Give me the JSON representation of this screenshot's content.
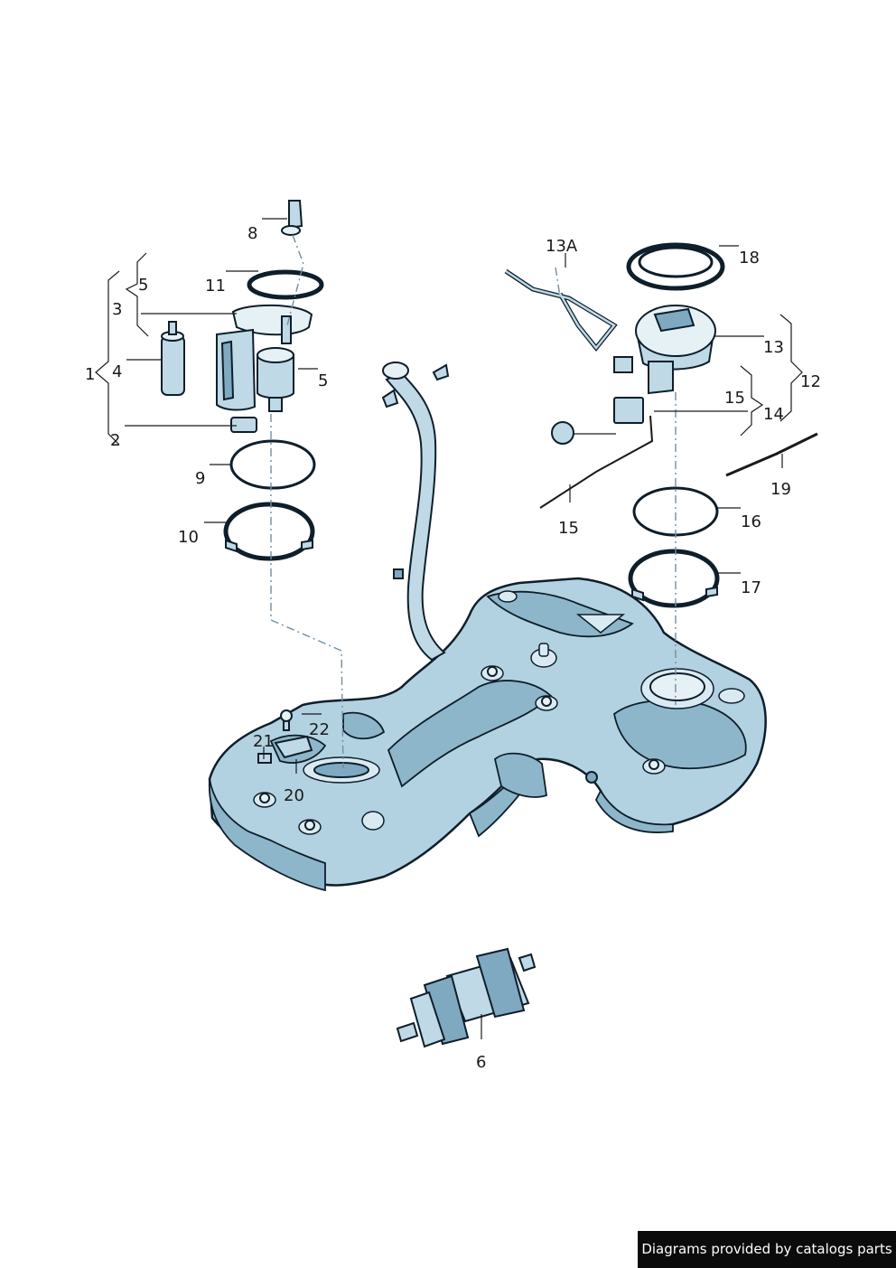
{
  "diagram": {
    "labels": {
      "p1": "1",
      "p2": "2",
      "p3": "3",
      "p4": "4",
      "p5a": "5",
      "p5b": "5",
      "p6": "6",
      "p8": "8",
      "p9": "9",
      "p10": "10",
      "p11": "11",
      "p12": "12",
      "p13": "13",
      "p13a": "13A",
      "p14": "14",
      "p15a": "15",
      "p15b": "15",
      "p16": "16",
      "p17": "17",
      "p18": "18",
      "p19": "19",
      "p20": "20",
      "p21": "21",
      "p22": "22"
    }
  },
  "footer": {
    "credit": "Diagrams provided by catalogs parts"
  },
  "colors": {
    "part_fill": "#bfd9e6",
    "part_shadow": "#7ea9c0",
    "outline": "#0e1e2a",
    "footer_bg": "#0b0b0b"
  }
}
